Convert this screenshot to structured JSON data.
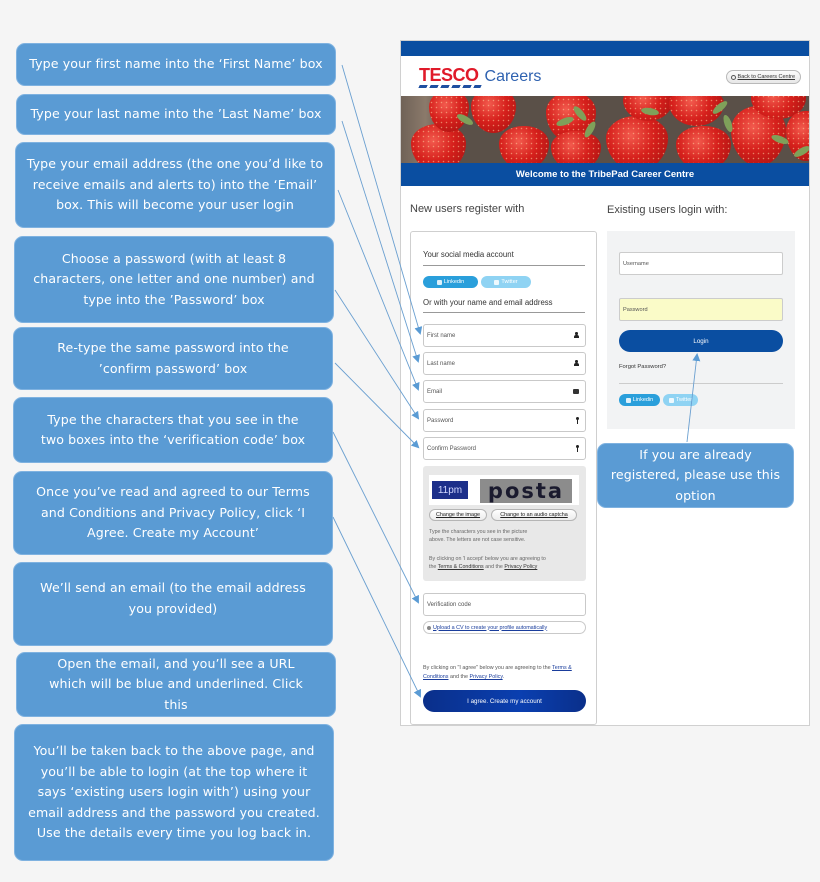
{
  "callouts": [
    {
      "text": "Type your first name into the ‘First Name’ box"
    },
    {
      "text": "Type your last name into the ’Last Name’ box"
    },
    {
      "text": "Type your email address (the one you’d like to receive emails and alerts to) into the ‘Email’ box. This will become your user login"
    },
    {
      "text": "Choose a password (with at least 8 characters, one letter and one number) and type into the ’Password’ box"
    },
    {
      "text": "Re-type the same password into the ’confirm password’ box"
    },
    {
      "text": "Type the characters that you see in the two boxes into the ‘verification code’ box"
    },
    {
      "text": "Once you’ve read and agreed to our Terms and Conditions and Privacy Policy, click ‘I Agree. Create my Account’"
    },
    {
      "text": "We’ll send an email (to the email address you provided)"
    },
    {
      "text": "Open the email, and you’ll see a URL which will be blue and underlined. Click this"
    },
    {
      "text": "You’ll be taken back to the above page, and you’ll be able to login (at the top where it says ‘existing users login with’) using your email address and the password you created. Use the details every time you log back in."
    },
    {
      "text": "If you are already registered, please use this option"
    }
  ],
  "header": {
    "logo_brand": "TESCO",
    "logo_product": "Careers",
    "back_button": "Back to Careers Centre",
    "welcome": "Welcome to the TribePad Career Centre"
  },
  "register": {
    "title": "New users register with",
    "social_label": "Your social media account",
    "linkedin": "Linkedin",
    "twitter": "Twitter",
    "or_label": "Or with your name and email address",
    "fields": {
      "first_name": "First name",
      "last_name": "Last name",
      "email": "Email",
      "password": "Password",
      "confirm_password": "Confirm Password"
    },
    "captcha": {
      "left_text": "11pm",
      "right_text": "posta",
      "change_image": "Change the image",
      "audio": "Change to an audio captcha",
      "instructions_1": "Type the characters you see in the picture",
      "instructions_2": "above. The letters are not case sensitive.",
      "accept_1": "By clicking on 'I accept' below you are agreeing to",
      "accept_2_pre": "the",
      "terms": "Terms & Conditions",
      "accept_2_mid": "and the",
      "privacy": "Privacy Policy"
    },
    "verification_placeholder": "Verification code",
    "upload_cv": "Upload a CV to create your profile automatically",
    "agree_pre": "By clicking on \"I agree\" below you are agreeing to the",
    "agree_terms": "Terms & Conditions",
    "agree_mid": "and the",
    "agree_privacy": "Privacy Policy",
    "agree_end": ".",
    "agree_button": "I agree. Create my account"
  },
  "login": {
    "title": "Existing users login with:",
    "username_placeholder": "Username",
    "password_placeholder": "Password",
    "login_button": "Login",
    "forgot": "Forgot Password?",
    "linkedin": "Linkedin",
    "twitter": "Twitter"
  },
  "colors": {
    "callout_bg": "#5a9bd4",
    "tesco_blue": "#0a4ea1",
    "tesco_red": "#e01a2a",
    "linkedin": "#2a9fdb",
    "twitter": "#8fd3f3",
    "password_highlight": "#fafbc8"
  }
}
